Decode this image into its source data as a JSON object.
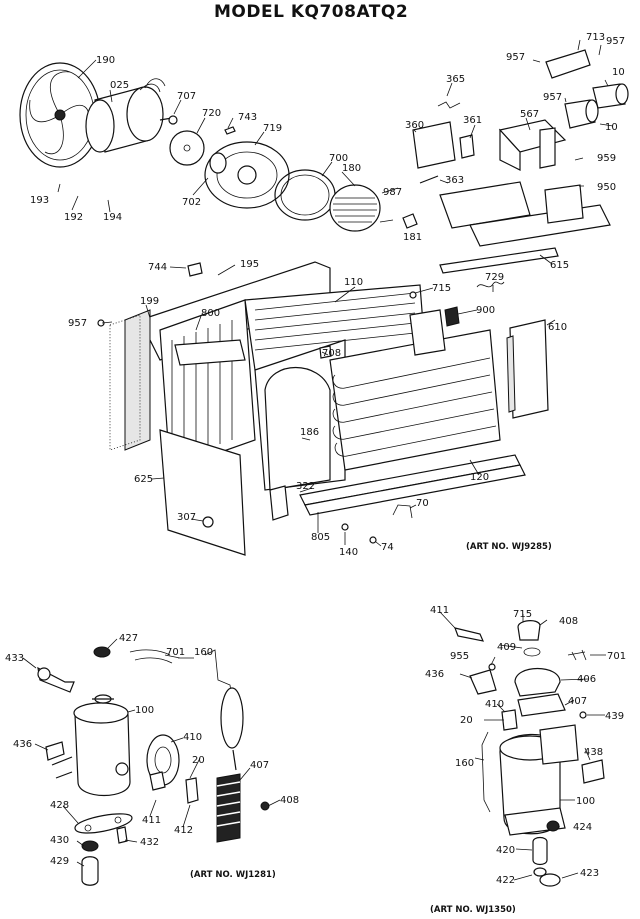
{
  "title": "MODEL KQ708ATQ2",
  "art_numbers": {
    "main": "(ART NO. WJ9285)",
    "left": "(ART NO. WJ1281)",
    "right": "(ART NO. WJ1350)"
  },
  "callouts": {
    "main": [
      "190",
      "025",
      "707",
      "720",
      "743",
      "719",
      "700",
      "180",
      "987",
      "363",
      "181",
      "193",
      "192",
      "194",
      "702",
      "365",
      "360",
      "361",
      "567",
      "957",
      "713",
      "957",
      "957",
      "10",
      "10",
      "959",
      "950",
      "615",
      "744",
      "195",
      "110",
      "715",
      "729",
      "199",
      "957",
      "800",
      "900",
      "610",
      "708",
      "625",
      "186",
      "120",
      "322",
      "307",
      "805",
      "70",
      "140",
      "74"
    ],
    "left": [
      "427",
      "433",
      "701",
      "160",
      "100",
      "436",
      "410",
      "20",
      "407",
      "428",
      "411",
      "412",
      "432",
      "430",
      "429",
      "408"
    ],
    "right": [
      "411",
      "715",
      "408",
      "409",
      "955",
      "701",
      "436",
      "406",
      "410",
      "407",
      "439",
      "20",
      "438",
      "160",
      "100",
      "424",
      "420",
      "422",
      "423"
    ]
  }
}
